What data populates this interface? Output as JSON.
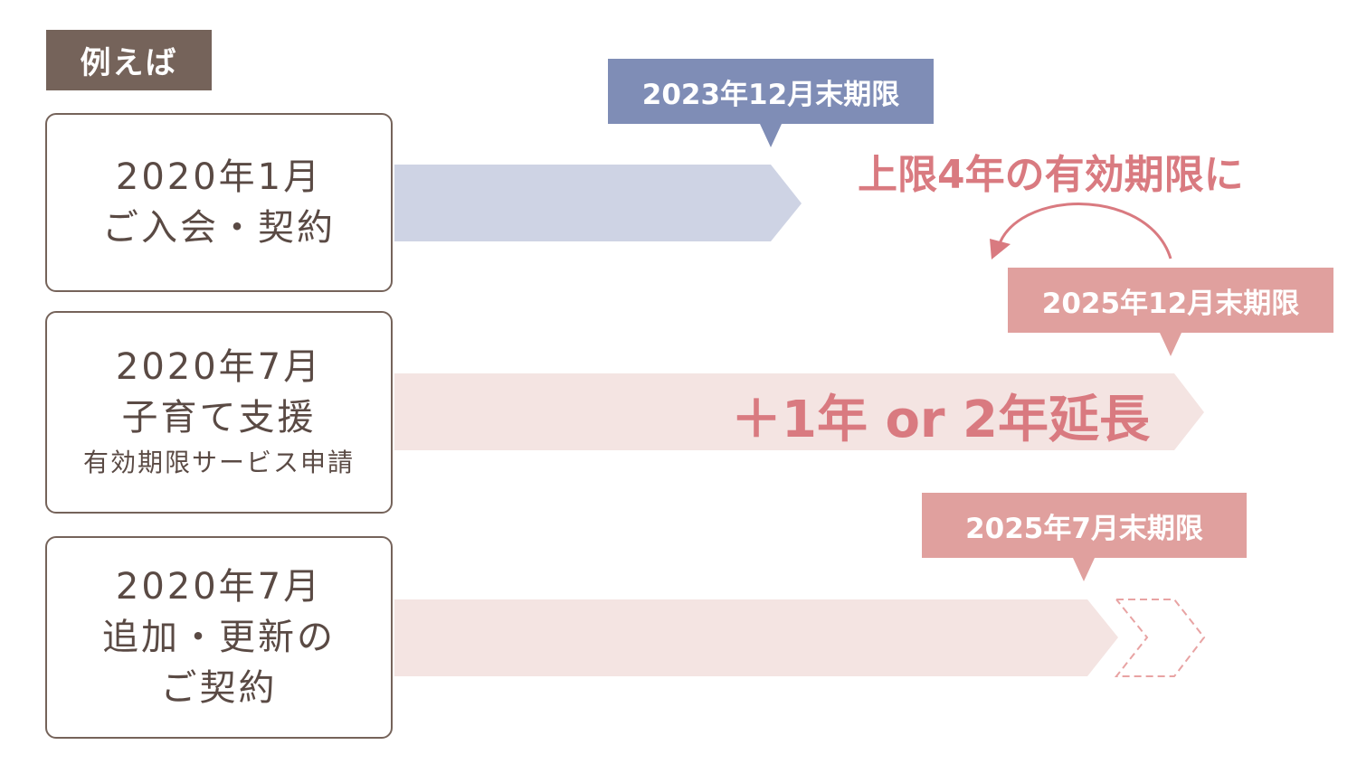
{
  "tag": "例えば",
  "cards": [
    {
      "line1": "2020年1月",
      "line2": "ご入会・契約"
    },
    {
      "line1": "2020年7月",
      "line2": "子育て支援",
      "line3": "有効期限サービス申請"
    },
    {
      "line1": "2020年7月",
      "line2": "追加・更新の",
      "line3": "ご契約"
    }
  ],
  "callouts": {
    "first": "2023年12月末期限",
    "second": "2025年12月末期限",
    "third": "2025年7月末期限"
  },
  "headline": "上限4年の有効期限に",
  "extension": "＋1年 or 2年延長",
  "colors": {
    "card_border": "#75635a",
    "arrow_blue": "#ced3e4",
    "arrow_pink": "#f4e4e2",
    "callout_blue": "#7f8db6",
    "callout_pink": "#e0a09e",
    "accent_text": "#d97a80"
  }
}
